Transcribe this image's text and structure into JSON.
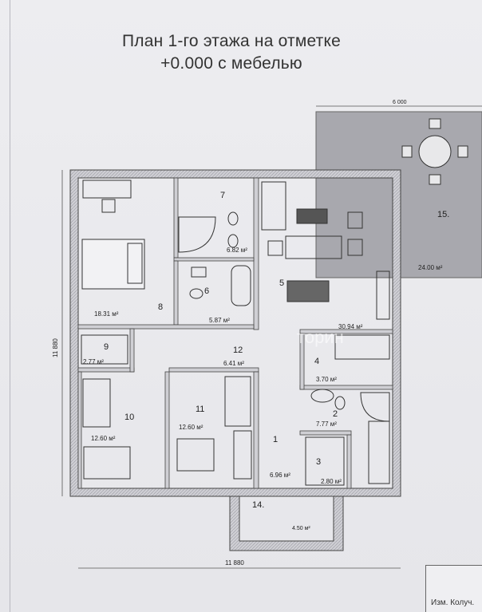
{
  "title": {
    "line1": "План 1-го  этажа на отметке",
    "line2": "+0.000 с мебелью"
  },
  "dimensions": {
    "terrace_width": "6 000",
    "bottom": "11 880",
    "left": "11 880"
  },
  "rooms": {
    "1": {
      "number": "1",
      "area": "6.96 м²"
    },
    "2": {
      "number": "2",
      "area": "7.77 м²"
    },
    "3": {
      "number": "3",
      "area": "2.80 м²"
    },
    "4": {
      "number": "4",
      "area": "3.70 м²"
    },
    "5": {
      "number": "5",
      "area": "30.94 м²"
    },
    "6": {
      "number": "6",
      "area": "5.87 м²"
    },
    "7": {
      "number": "7",
      "area": "6.82 м²"
    },
    "8": {
      "number": "8",
      "area": "18.31 м²"
    },
    "9": {
      "number": "9",
      "area": "2.77 м²"
    },
    "10": {
      "number": "10",
      "area": "12.60 м²"
    },
    "11": {
      "number": "11",
      "area": "12.60 м²"
    },
    "12": {
      "number": "12",
      "area": "6.41 м²"
    },
    "14": {
      "number": "14.",
      "area": "4.50 м²"
    },
    "15": {
      "number": "15.",
      "area": "24.00 м²"
    }
  },
  "watermark": "торин",
  "stamp_text": "Изм. Колуч."
}
